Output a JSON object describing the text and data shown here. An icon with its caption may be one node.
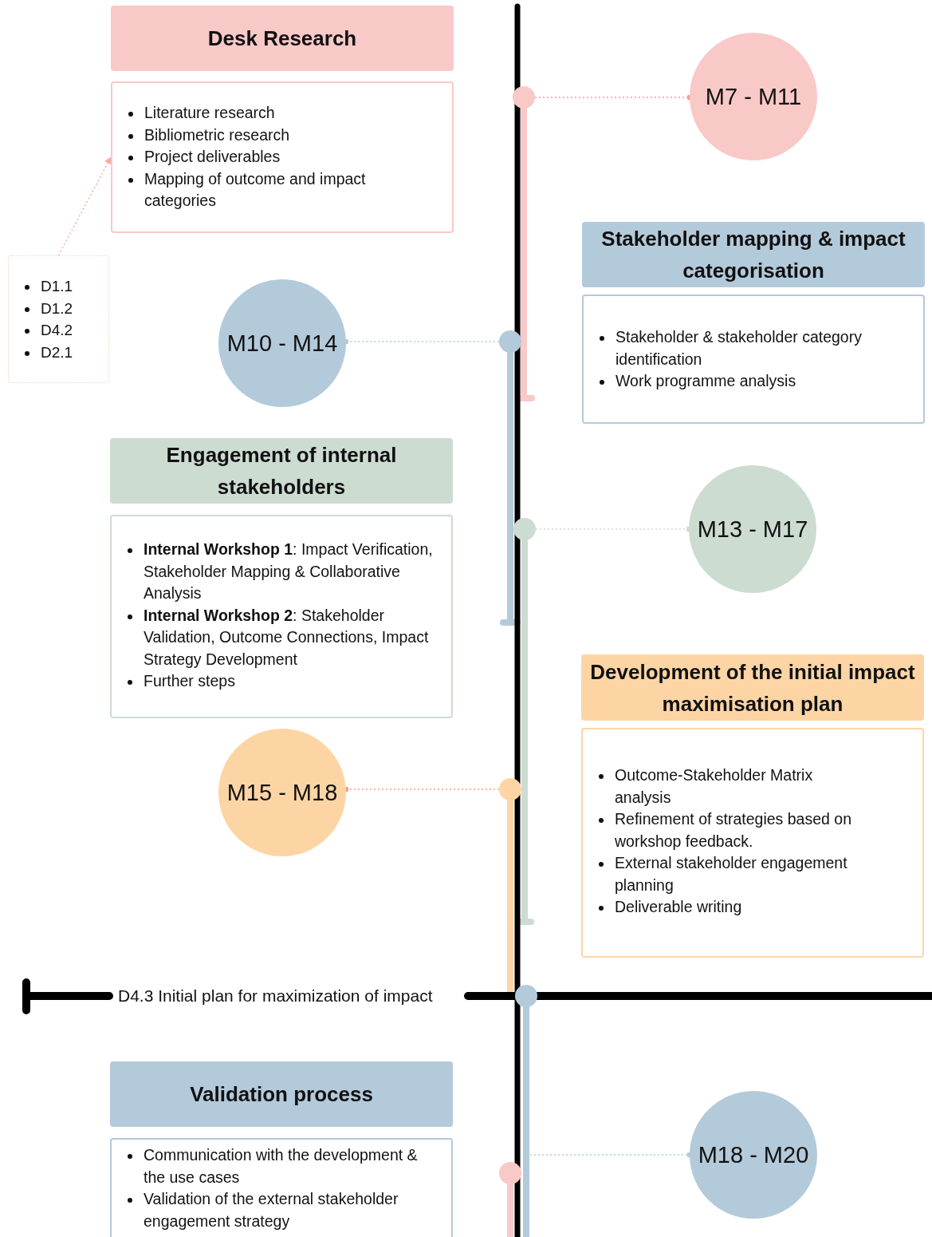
{
  "diagram": {
    "nodes": [
      {
        "text": [
          "Desk Research"
        ]
      },
      {
        "text": [
          "Literature research",
          "Bibliometric research",
          "Project deliverables",
          "Mapping of outcome and impact categories"
        ]
      },
      {
        "text": [
          "D1.1",
          "D1.2",
          "D4.2",
          "D2.1"
        ]
      },
      {
        "text": [
          "M7 - M11"
        ]
      },
      {
        "text": [
          "Stakeholder mapping & impact categorisation"
        ]
      },
      {
        "text": [
          "Stakeholder & stakeholder category identification",
          "Work programme analysis"
        ]
      },
      {
        "text": [
          "M10 - M14"
        ]
      },
      {
        "text": [
          "Engagement of internal stakeholders"
        ]
      },
      {
        "text": [
          "**Internal Workshop 1**: Impact Verification, Stakeholder Mapping & Collaborative Analysis",
          "**Internal Workshop 2**: Stakeholder Validation, Outcome Connections, Impact Strategy Development",
          "Further steps"
        ]
      },
      {
        "text": [
          "M13 - M17"
        ]
      },
      {
        "text": [
          "Development of the initial impact maximisation plan"
        ]
      },
      {
        "text": [
          "Outcome-Stakeholder Matrix analysis",
          "Refinement of strategies based on workshop feedback.",
          "External stakeholder engagement planning",
          "Deliverable writing"
        ]
      },
      {
        "text": [
          "M15 - M18"
        ]
      },
      {
        "text": [
          "Validation process"
        ]
      },
      {
        "text": [
          "Communication with the development & the use cases",
          "Validation of the external stakeholder engagement strategy"
        ]
      },
      {
        "text": [
          "M18 - M20"
        ]
      },
      {
        "text": [],
        "shape": "circle"
      },
      {
        "text": [],
        "shape": "circle"
      },
      {
        "text": [],
        "shape": "circle"
      },
      {
        "text": [],
        "shape": "circle"
      }
    ],
    "edges": [
      {
        "from": 2,
        "to": 1,
        "arrow": "to",
        "style": "dashed",
        "color": "#f9a99c"
      },
      {
        "from": 16,
        "to": 3,
        "arrow": "other",
        "style": "dashed",
        "color": "#f4a08e"
      },
      {
        "from": 17,
        "to": 6,
        "arrow": "other",
        "style": "dashed",
        "color": "#b3cada"
      },
      {
        "from": 18,
        "to": 9,
        "arrow": "other",
        "style": "dashed",
        "color": "#cddcd1"
      },
      {
        "from": 19,
        "to": 12,
        "arrow": "other",
        "style": "dashed",
        "color": "#f4a08e"
      },
      {
        "from": null,
        "to": 15,
        "arrow": "other",
        "style": "dashed",
        "color": "#b3cada"
      }
    ],
    "labels": [
      "D4.3 Initial plan for maximization of impact"
    ]
  }
}
